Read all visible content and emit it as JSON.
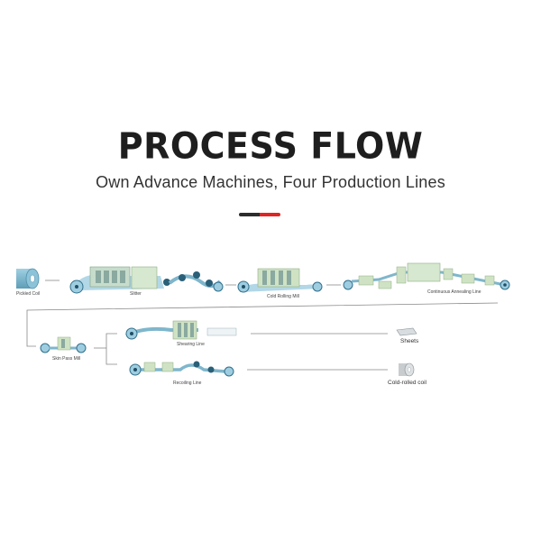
{
  "header": {
    "title": "PROCESS FLOW",
    "subtitle": "Own Advance Machines, Four Production Lines"
  },
  "colors": {
    "accent_red": "#e02424",
    "accent_dark": "#2c2c2c",
    "steel_blue": "#7fb6cc",
    "machine_green": "#cfe3c4",
    "roll_dark": "#1e4f66"
  },
  "stages": {
    "pickled_coil": "Pickled Coil",
    "slitter": "Slitter",
    "cold_rolling_mill": "Cold Rolling Mill",
    "continuous_annealing_line": "Continuous Annealing Line",
    "skin_pass_mill": "Skin Pass Mill",
    "shearing_line": "Shearing Line",
    "recoiling_line": "Recoiling Line"
  },
  "outputs": {
    "sheets": "Sheets",
    "cold_rolled_coil": "Cold-rolled coil"
  }
}
